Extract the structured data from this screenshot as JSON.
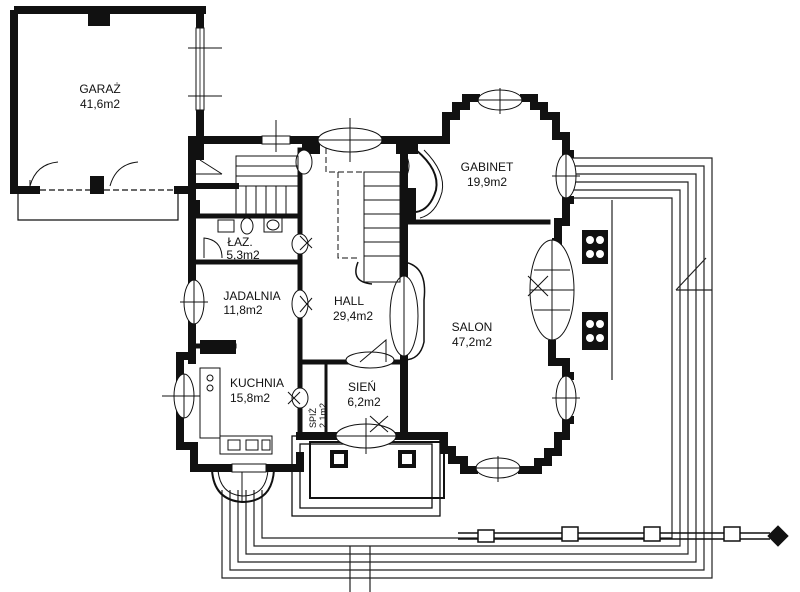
{
  "rooms": {
    "garaz": {
      "name": "GARAŻ",
      "area": "41,6m2"
    },
    "gabinet": {
      "name": "GABINET",
      "area": "19,9m2"
    },
    "laz": {
      "name": "ŁAZ.",
      "area": "5,3m2"
    },
    "jadalnia": {
      "name": "JADALNIA",
      "area": "11,8m2"
    },
    "hall": {
      "name": "HALL",
      "area": "29,4m2"
    },
    "salon": {
      "name": "SALON",
      "area": "47,2m2"
    },
    "kuchnia": {
      "name": "KUCHNIA",
      "area": "15,8m2"
    },
    "sien": {
      "name": "SIEŃ",
      "area": "6,2m2"
    },
    "spiz": {
      "name": "SPIŻ",
      "area": "2,1m2"
    }
  }
}
